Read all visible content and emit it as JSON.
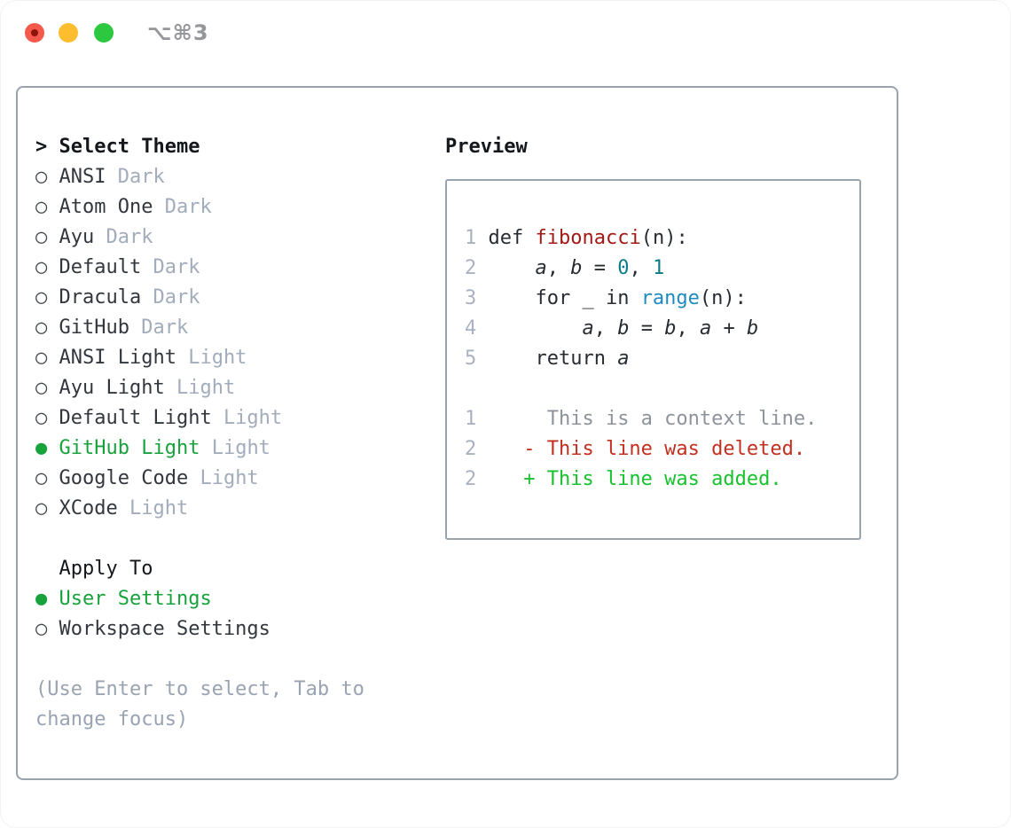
{
  "window": {
    "title": "⌥⌘3",
    "traffic_lights": [
      {
        "name": "close"
      },
      {
        "name": "minimize"
      },
      {
        "name": "zoom"
      }
    ]
  },
  "theme_panel": {
    "header_marker": ">",
    "header_label": "Select Theme",
    "radio_unselected": "○",
    "radio_selected": "●",
    "items": [
      {
        "name": "ANSI",
        "variant": "Dark",
        "selected": false
      },
      {
        "name": "Atom One",
        "variant": "Dark",
        "selected": false
      },
      {
        "name": "Ayu",
        "variant": "Dark",
        "selected": false
      },
      {
        "name": "Default",
        "variant": "Dark",
        "selected": false
      },
      {
        "name": "Dracula",
        "variant": "Dark",
        "selected": false
      },
      {
        "name": "GitHub",
        "variant": "Dark",
        "selected": false
      },
      {
        "name": "ANSI Light",
        "variant": "Light",
        "selected": false
      },
      {
        "name": "Ayu Light",
        "variant": "Light",
        "selected": false
      },
      {
        "name": "Default Light",
        "variant": "Light",
        "selected": false
      },
      {
        "name": "GitHub Light",
        "variant": "Light",
        "selected": true
      },
      {
        "name": "Google Code",
        "variant": "Light",
        "selected": false
      },
      {
        "name": "XCode",
        "variant": "Light",
        "selected": false
      }
    ],
    "apply_to_label": "Apply To",
    "apply_options": [
      {
        "name": "User Settings",
        "selected": true
      },
      {
        "name": "Workspace Settings",
        "selected": false
      }
    ],
    "hint_line1": "(Use Enter to select, Tab to",
    "hint_line2": "change focus)"
  },
  "preview": {
    "title": "Preview",
    "code_lines": [
      {
        "num": "1",
        "tokens": [
          {
            "text": "def ",
            "style": "plain"
          },
          {
            "text": "fibonacci",
            "style": "func"
          },
          {
            "text": "(n):",
            "style": "plain"
          }
        ]
      },
      {
        "num": "2",
        "tokens": [
          {
            "text": "    ",
            "style": "plain"
          },
          {
            "text": "a",
            "style": "var"
          },
          {
            "text": ", ",
            "style": "plain"
          },
          {
            "text": "b",
            "style": "var"
          },
          {
            "text": " = ",
            "style": "plain"
          },
          {
            "text": "0",
            "style": "num"
          },
          {
            "text": ", ",
            "style": "plain"
          },
          {
            "text": "1",
            "style": "num"
          }
        ]
      },
      {
        "num": "3",
        "tokens": [
          {
            "text": "    for _ in ",
            "style": "plain"
          },
          {
            "text": "range",
            "style": "builtin"
          },
          {
            "text": "(n):",
            "style": "plain"
          }
        ]
      },
      {
        "num": "4",
        "tokens": [
          {
            "text": "        ",
            "style": "plain"
          },
          {
            "text": "a",
            "style": "var"
          },
          {
            "text": ", ",
            "style": "plain"
          },
          {
            "text": "b",
            "style": "var"
          },
          {
            "text": " = ",
            "style": "plain"
          },
          {
            "text": "b",
            "style": "var"
          },
          {
            "text": ", ",
            "style": "plain"
          },
          {
            "text": "a",
            "style": "var"
          },
          {
            "text": " + ",
            "style": "plain"
          },
          {
            "text": "b",
            "style": "var"
          }
        ]
      },
      {
        "num": "5",
        "tokens": [
          {
            "text": "    return ",
            "style": "plain"
          },
          {
            "text": "a",
            "style": "var"
          }
        ]
      }
    ],
    "diff_lines": [
      {
        "num": "1",
        "marker": " ",
        "text": "This is a context line.",
        "type": "context"
      },
      {
        "num": "2",
        "marker": "-",
        "text": "This line was deleted.",
        "type": "deleted"
      },
      {
        "num": "2",
        "marker": "+",
        "text": "This line was added.",
        "type": "added"
      }
    ]
  },
  "colors": {
    "border": "#99a3ad",
    "text": "#32373e",
    "muted": "#a2acba",
    "hint": "#99a3b1",
    "selected_green": "#18a23c",
    "func_red": "#a21a16",
    "number_teal": "#0b7c87",
    "builtin_blue": "#1f8ac0",
    "diff_deleted_red": "#c2301f",
    "diff_added_green": "#19c12e",
    "line_number": "#a9b2c0",
    "traffic_red": "#f4594c",
    "traffic_yellow": "#fcbd2e",
    "traffic_green": "#2bc840"
  }
}
